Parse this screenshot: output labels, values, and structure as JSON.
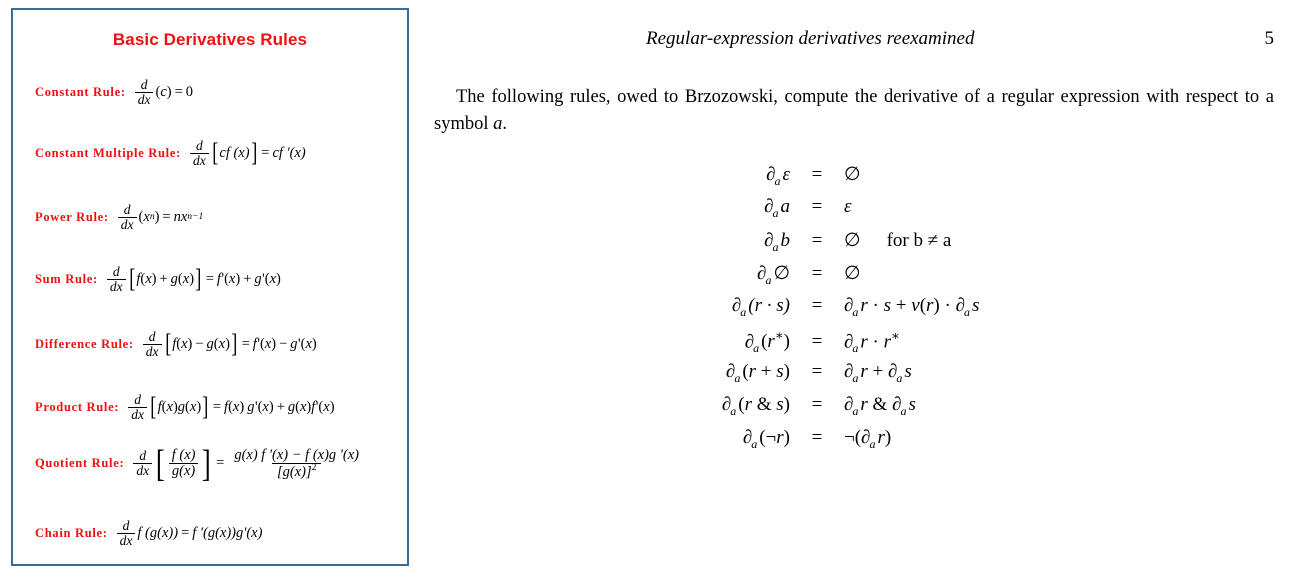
{
  "left_panel": {
    "title": "Basic Derivatives Rules",
    "border_color": "#3a6b93",
    "accent_color": "#f01010",
    "rules": [
      {
        "label": "Constant Rule:",
        "formula": "d/dx (c) = 0",
        "num": "d",
        "den": "dx",
        "lhs_open": "(",
        "lhs_arg": "c",
        "lhs_close": ")",
        "equals": "=",
        "rhs": "0"
      },
      {
        "label": "Constant Multiple Rule:",
        "formula": "d/dx [cf(x)] = cf '(x)",
        "num": "d",
        "den": "dx",
        "lhs_arg": "cf (x)",
        "equals": "=",
        "rhs": "cf '(x)"
      },
      {
        "label": "Power Rule:",
        "formula": "d/dx (x^n) = n x^(n-1)",
        "num": "d",
        "den": "dx",
        "lhs_arg": "x",
        "lhs_sup": "n",
        "equals": "=",
        "rhs_base": "nx",
        "rhs_sup": "n−1"
      },
      {
        "label": "Sum Rule:",
        "formula": "d/dx [f(x) + g(x)] = f '(x) + g '(x)",
        "num": "d",
        "den": "dx",
        "equals": "=",
        "op": "+"
      },
      {
        "label": "Difference Rule:",
        "formula": "d/dx [f(x) − g(x)] = f '(x) − g '(x)",
        "num": "d",
        "den": "dx",
        "equals": "=",
        "op": "−"
      },
      {
        "label": "Product Rule:",
        "formula": "d/dx [f(x)g(x)] = f(x) g'(x) + g(x) f '(x)",
        "num": "d",
        "den": "dx",
        "equals": "="
      },
      {
        "label": "Quotient Rule:",
        "formula": "d/dx [f(x)/g(x)] = (g(x) f '(x) − f(x)g '(x)) / [g(x)]²",
        "num": "d",
        "den": "dx",
        "equals": "=",
        "inner_num": "f (x)",
        "inner_den": "g(x)",
        "result_num": "g(x) f '(x) − f (x)g '(x)",
        "result_den": "[g(x)]",
        "result_den_sup": "2"
      },
      {
        "label": "Chain Rule:",
        "formula": "d/dx f(g(x)) = f '(g(x))g'(x)",
        "num": "d",
        "den": "dx",
        "lhs": "f (g(x))",
        "equals": "=",
        "rhs": "f '(g(x))g'(x)"
      }
    ]
  },
  "right_page": {
    "header": {
      "title": "Regular-expression derivatives reexamined",
      "page_number": "5"
    },
    "paragraph": {
      "text_before": "The following rules, owed to Brzozowski, compute the derivative of a regular expression with respect to a symbol ",
      "symbol": "a",
      "text_after": "."
    },
    "equations": [
      {
        "lhs_pd": "∂",
        "lhs_sub": "a",
        "lhs_rest": "ε",
        "eq": "=",
        "rhs": "∅",
        "note": ""
      },
      {
        "lhs_pd": "∂",
        "lhs_sub": "a",
        "lhs_rest": "a",
        "eq": "=",
        "rhs": "ε",
        "note": ""
      },
      {
        "lhs_pd": "∂",
        "lhs_sub": "a",
        "lhs_rest": "b",
        "eq": "=",
        "rhs": "∅",
        "note": "for b ≠ a"
      },
      {
        "lhs_pd": "∂",
        "lhs_sub": "a",
        "lhs_rest": "∅",
        "eq": "=",
        "rhs": "∅",
        "note": ""
      },
      {
        "lhs_pd": "∂",
        "lhs_sub": "a",
        "lhs_rest": "(r · s)",
        "eq": "=",
        "rhs": "∂a r · s + ν(r) · ∂a s",
        "note": ""
      },
      {
        "lhs_pd": "∂",
        "lhs_sub": "a",
        "lhs_rest": "(r*)",
        "eq": "=",
        "rhs": "∂a r · r*",
        "note": ""
      },
      {
        "lhs_pd": "∂",
        "lhs_sub": "a",
        "lhs_rest": "(r + s)",
        "eq": "=",
        "rhs": "∂a r + ∂a s",
        "note": ""
      },
      {
        "lhs_pd": "∂",
        "lhs_sub": "a",
        "lhs_rest": "(r & s)",
        "eq": "=",
        "rhs": "∂a r & ∂a s",
        "note": ""
      },
      {
        "lhs_pd": "∂",
        "lhs_sub": "a",
        "lhs_rest": "(¬r)",
        "eq": "=",
        "rhs": "¬(∂a r)",
        "note": ""
      }
    ]
  }
}
